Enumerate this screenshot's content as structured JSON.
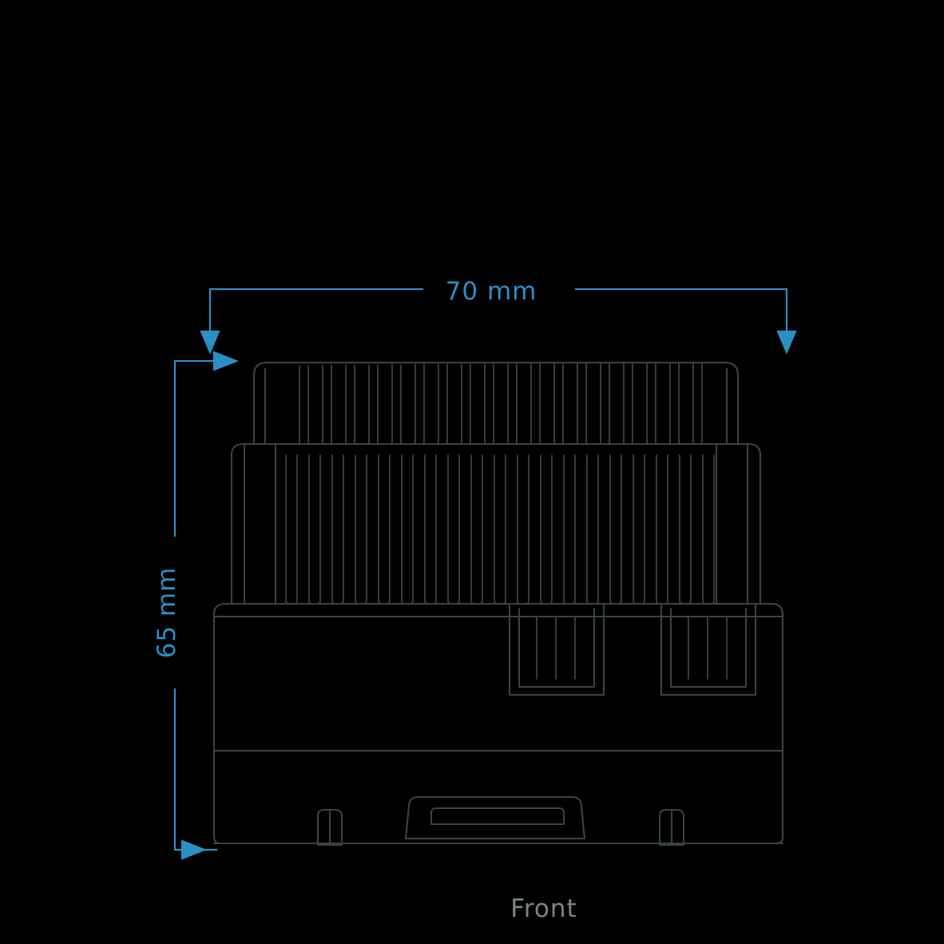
{
  "figure": {
    "background_color": "#000000",
    "caption": "Front",
    "caption_color": "#7d8487",
    "dimension_color": "#2b8fc4",
    "outline_color": "#3a4245",
    "dimensions": {
      "width_label": "70 mm",
      "height_label": "65 mm"
    }
  },
  "chart_data": {
    "type": "diagram",
    "title": "Front",
    "subject": "Finned enclosure front view with dimension callouts",
    "annotations": [
      {
        "name": "width-dimension",
        "label": "70 mm",
        "orientation": "horizontal",
        "value": 70,
        "unit": "mm"
      },
      {
        "name": "height-dimension",
        "label": "65 mm",
        "orientation": "vertical",
        "value": 65,
        "unit": "mm"
      }
    ]
  }
}
